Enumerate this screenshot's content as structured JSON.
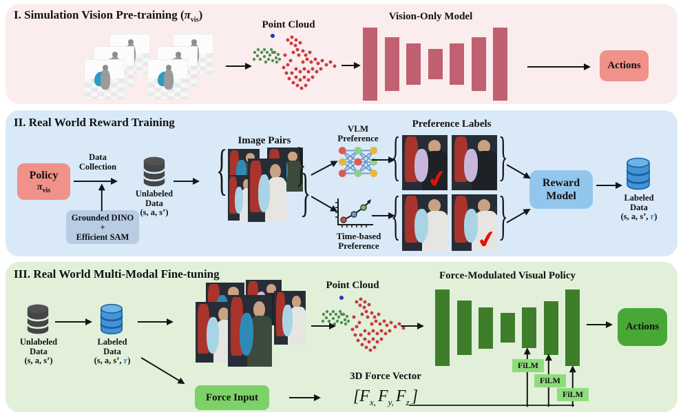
{
  "sections": {
    "sim": {
      "title_prefix": "I. Simulation Vision Pre-training (",
      "pi": "π",
      "pi_sub": "vis",
      "title_suffix": ")",
      "point_cloud_label": "Point Cloud",
      "model_label": "Vision-Only Model",
      "actions_label": "Actions"
    },
    "reward": {
      "title": "II. Real World Reward Training",
      "policy_label": "Policy",
      "pi": "π",
      "pi_sub": "vis",
      "data_collection_l1": "Data",
      "data_collection_l2": "Collection",
      "unlabeled_l1": "Unlabeled",
      "unlabeled_l2": "Data",
      "unlabeled_l3": "(s, a, s’)",
      "grounded_l1": "Grounded DINO",
      "grounded_l2": "+",
      "grounded_l3": "Efficient SAM",
      "image_pairs_label": "Image Pairs",
      "vlm_l1": "VLM",
      "vlm_l2": "Preference",
      "time_l1": "Time-based",
      "time_l2": "Preference",
      "pref_title": "Preference Labels",
      "reward_l1": "Reward",
      "reward_l2": "Model",
      "labeled_l1": "Labeled",
      "labeled_l2": "Data",
      "labeled_prefix": "(s, a, s’, ",
      "labeled_r": "r",
      "labeled_suffix": ")"
    },
    "finetune": {
      "title": "III. Real World Multi-Modal Fine-tuning",
      "unlabeled_l1": "Unlabeled",
      "unlabeled_l2": "Data",
      "unlabeled_l3": "(s, a, s’)",
      "labeled_l1": "Labeled",
      "labeled_l2": "Data",
      "labeled_prefix": "(s, a, s’, ",
      "labeled_r": "r",
      "labeled_suffix": ")",
      "point_cloud_label": "Point Cloud",
      "policy_label": "Force-Modulated Visual Policy",
      "film_label": "FiLM",
      "actions_label": "Actions",
      "force_input_label": "Force Input",
      "force_vector_title": "3D Force Vector",
      "fv_open": "[",
      "fv_f": "F",
      "fv_sub1": "x,",
      "fv_sub2": "y,",
      "fv_sub3": "z",
      "fv_close": "]"
    }
  },
  "glyphs": {
    "brace_open": "{",
    "brace_close": "}",
    "check": "✔"
  },
  "icons": [
    "database-icon",
    "neural-network-icon",
    "time-plot-icon",
    "point-cloud-icon",
    "encoder-bars-icon",
    "sim-frame-icon",
    "photo-thumbnail",
    "check-icon",
    "brace-glyph"
  ],
  "colors": {
    "section1_bg": "#fbecee",
    "section2_bg": "#d9e9f7",
    "section3_bg": "#e2f0da",
    "salmon_box": "#f0918a",
    "rose_bar": "#c06070",
    "reward_box": "#92c6ec",
    "grounded_box": "#b8cce4",
    "green_bar": "#3e7e2a",
    "actions_green": "#48a835",
    "force_input_green": "#7cd168",
    "film_green": "#8edc7c",
    "db_gray": "#454545",
    "db_blue": "#4294d8",
    "r_label_blue": "#3a7fc2",
    "check_red": "#e51207",
    "arrow_black": "#141414"
  }
}
